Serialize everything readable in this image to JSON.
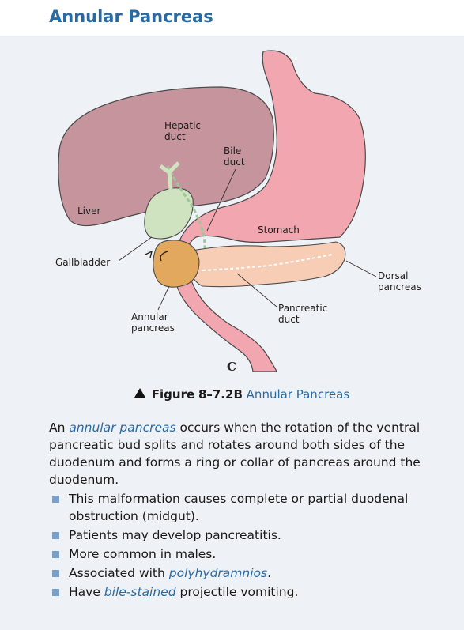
{
  "title": "Annular Pancreas",
  "figure": {
    "labels": {
      "hepatic_duct": [
        "Hepatic",
        "duct"
      ],
      "bile_duct": [
        "Bile",
        "duct"
      ],
      "liver": "Liver",
      "stomach": "Stomach",
      "gallbladder": "Gallbladder",
      "dorsal_pancreas": [
        "Dorsal",
        "pancreas"
      ],
      "annular_pancreas": [
        "Annular",
        "pancreas"
      ],
      "pancreatic_duct": [
        "Pancreatic",
        "duct"
      ],
      "panel_letter": "C"
    },
    "colors": {
      "liver": "#c5949c",
      "stomach": "#f2a6b0",
      "gallbladder": "#cfe3c0",
      "dorsal_pancreas": "#f8cdb5",
      "annular_pancreas": "#e2a85d",
      "background": "#eef1f5",
      "accent": "#2a6aa3"
    }
  },
  "caption": {
    "figure_label": "Figure",
    "figure_number": "8–7.2B",
    "figure_name": "Annular Pancreas"
  },
  "paragraph": {
    "before": "An ",
    "term": "annular pancreas",
    "after": " occurs when the rotation of the ventral pancreatic bud splits and rotates around both sides of the duodenum and forms a ring or collar of pancreas around the duodenum."
  },
  "bullets": [
    {
      "before": "This malformation causes complete or partial duodenal obstruction (midgut).",
      "term": "",
      "after": ""
    },
    {
      "before": "Patients may develop pancreatitis.",
      "term": "",
      "after": ""
    },
    {
      "before": "More common in males.",
      "term": "",
      "after": ""
    },
    {
      "before": "Associated with ",
      "term": "polyhydramnios",
      "after": "."
    },
    {
      "before": "Have ",
      "term": "bile-stained",
      "after": " projectile vomiting."
    }
  ]
}
